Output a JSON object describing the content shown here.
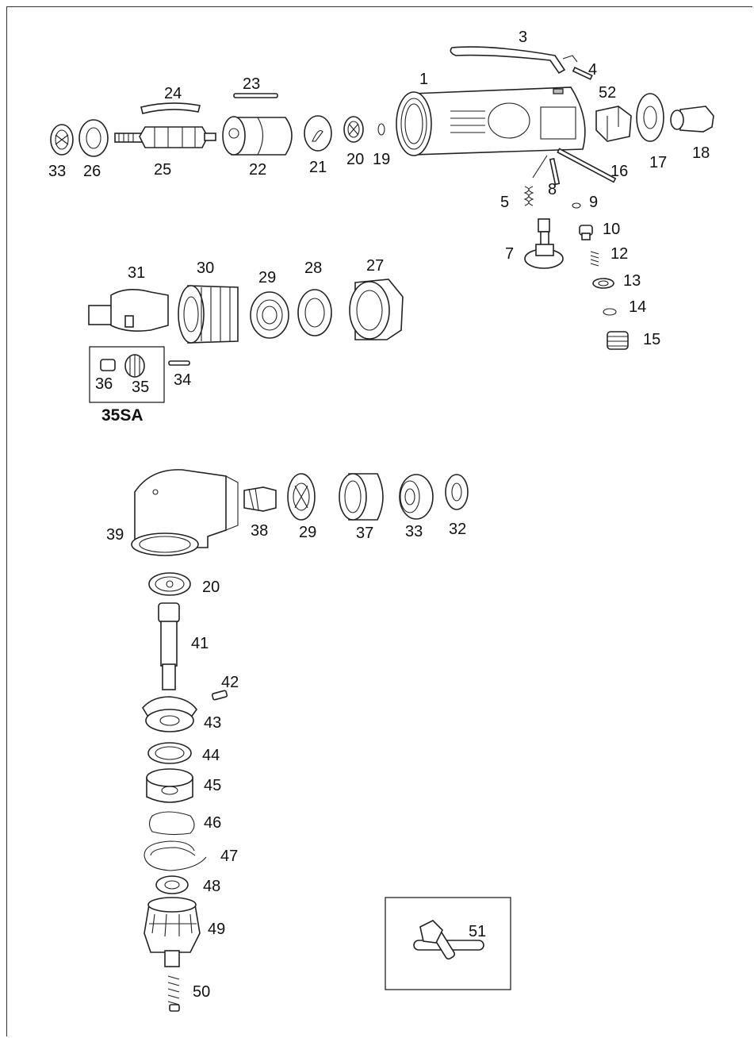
{
  "diagram": {
    "kit_label": "35SA",
    "part_numbers": {
      "p1": "1",
      "p3": "3",
      "p4": "4",
      "p5": "5",
      "p7": "7",
      "p8": "8",
      "p9": "9",
      "p10": "10",
      "p12": "12",
      "p13": "13",
      "p14": "14",
      "p15": "15",
      "p16": "16",
      "p17": "17",
      "p18": "18",
      "p19": "19",
      "p20": "20",
      "p21": "21",
      "p22": "22",
      "p23": "23",
      "p24": "24",
      "p25": "25",
      "p26": "26",
      "p27": "27",
      "p28": "28",
      "p29": "29",
      "p30": "30",
      "p31": "31",
      "p32": "32",
      "p33": "33",
      "p34": "34",
      "p35": "35",
      "p36": "36",
      "p37": "37",
      "p38": "38",
      "p39": "39",
      "p41": "41",
      "p42": "42",
      "p43": "43",
      "p44": "44",
      "p45": "45",
      "p46": "46",
      "p47": "47",
      "p48": "48",
      "p49": "49",
      "p50": "50",
      "p51": "51",
      "p52": "52",
      "p20b": "20",
      "p29b": "29",
      "p33b": "33"
    }
  }
}
